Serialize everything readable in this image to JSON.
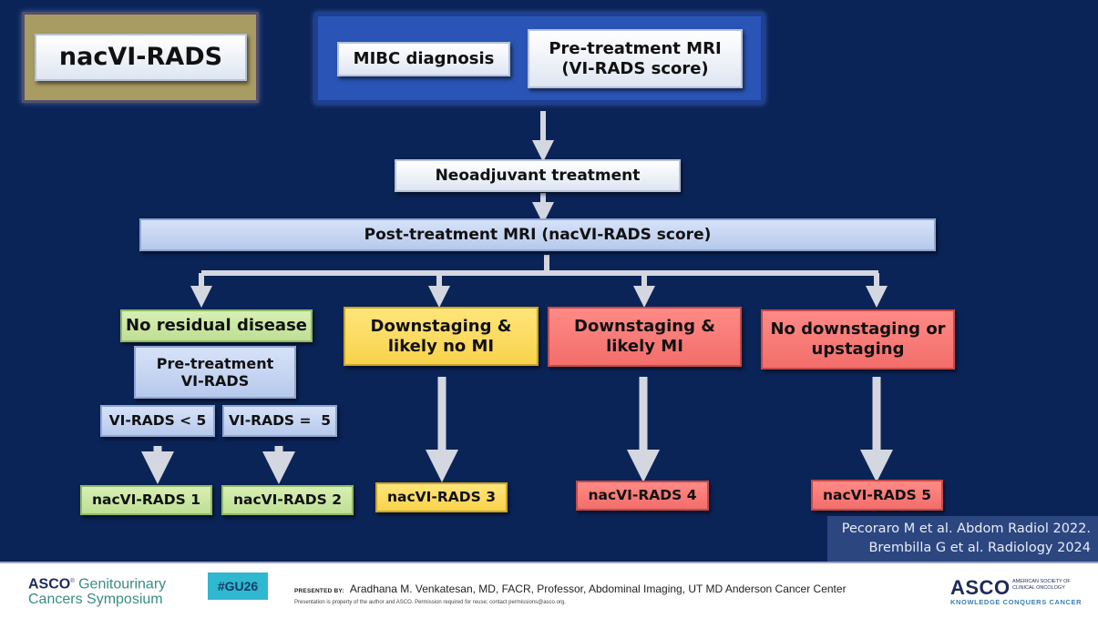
{
  "title": "nacVI-RADS",
  "colors": {
    "background": "#0b2458",
    "arrow": "#d4d7e0",
    "green_box": "#c6e5a0",
    "yellow_box": "#fbd95a",
    "red_box": "#f57a77",
    "blue_box": "#c3d3f1"
  },
  "flow": {
    "mibc_diagnosis": "MIBC diagnosis",
    "pretreatment_mri_line1": "Pre-treatment MRI",
    "pretreatment_mri_line2": "(VI-RADS score)",
    "neoadjuvant": "Neoadjuvant treatment",
    "post_treatment_mri": "Post-treatment MRI (nacVI-RADS score)"
  },
  "branches": [
    {
      "line1": "No residual disease",
      "line2": "",
      "color": "green"
    },
    {
      "line1": "Downstaging &",
      "line2": "likely no MI",
      "color": "yellow"
    },
    {
      "line1": "Downstaging &",
      "line2": "likely MI",
      "color": "red"
    },
    {
      "line1": "No downstaging or",
      "line2": "upstaging",
      "color": "red"
    }
  ],
  "sub_branch": {
    "pre_vi_rads_line1": "Pre-treatment",
    "pre_vi_rads_line2": "VI-RADS",
    "lt5": "VI-RADS < 5",
    "eq5": "VI-RADS =  5"
  },
  "outcomes": [
    "nacVI-RADS 1",
    "nacVI-RADS 2",
    "nacVI-RADS 3",
    "nacVI-RADS 4",
    "nacVI-RADS 5"
  ],
  "citations": [
    "Pecoraro M et al. Abdom Radiol 2022.",
    "Brembilla G et al. Radiology 2024"
  ],
  "footer": {
    "symposium_brand": "ASCO",
    "symposium_line1": "Genitourinary",
    "symposium_line2": "Cancers Symposium",
    "hashtag": "#GU26",
    "presented_by_label": "PRESENTED BY:",
    "presenter": "Aradhana M. Venkatesan, MD, FACR, Professor, Abdominal Imaging, UT MD Anderson Cancer Center",
    "permission": "Presentation is property of the author and ASCO. Permission required for reuse; contact permissions@asco.org.",
    "asco_logo": "ASCO",
    "asco_full_line1": "AMERICAN SOCIETY OF",
    "asco_full_line2": "CLINICAL ONCOLOGY",
    "tagline": "KNOWLEDGE CONQUERS CANCER"
  }
}
